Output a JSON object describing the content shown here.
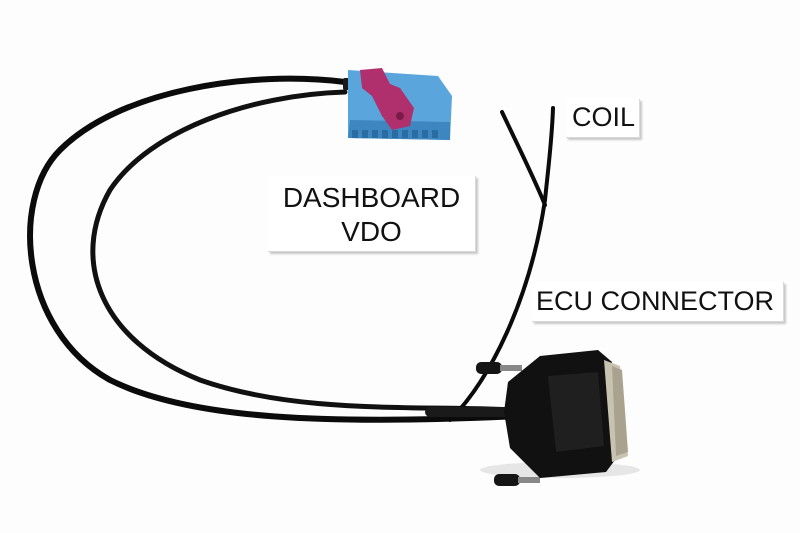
{
  "labels": {
    "coil": "COIL",
    "dashboard_line1": "DASHBOARD",
    "dashboard_line2": "VDO",
    "ecu_connector": "ECU CONNECTOR"
  },
  "colors": {
    "cable": "#0b0b0b",
    "dashboard_connector": "#5aa6dc",
    "dashboard_latch": "#b0306e",
    "ecu_shell": "#111111",
    "ecu_pins": "#c8c2b0",
    "label_background": "#ffffff"
  }
}
